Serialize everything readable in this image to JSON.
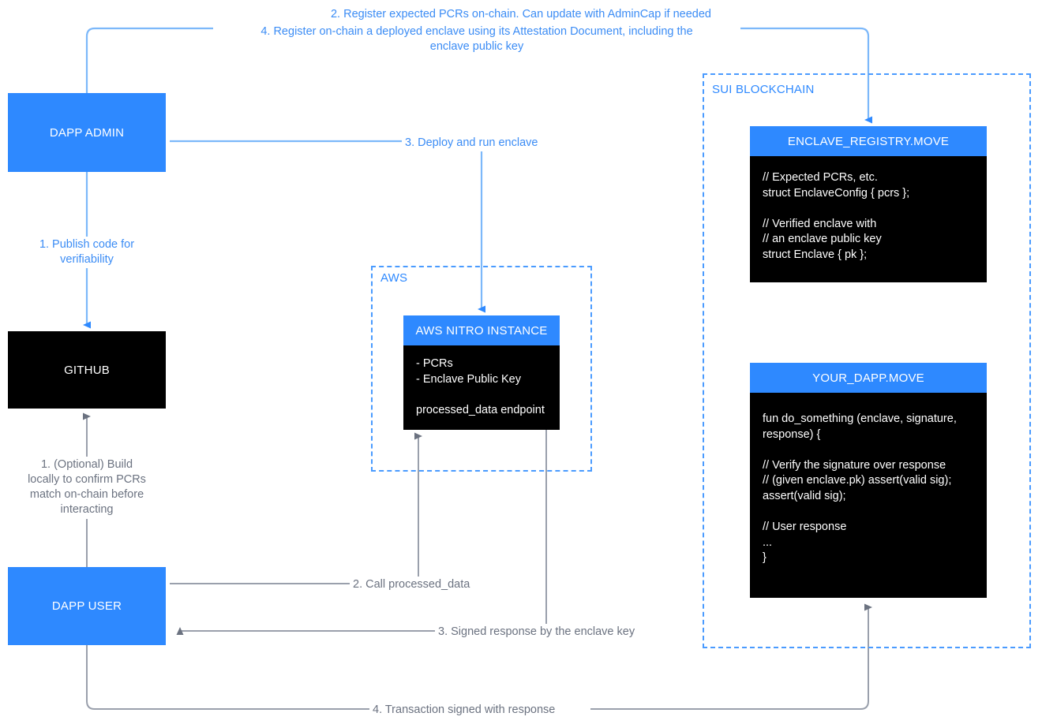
{
  "diagram": {
    "title": "Sui Nitro Enclave attestation architecture",
    "colors": {
      "accent_blue": "#2E89FF",
      "edge_blue": "#7CB8FA",
      "edge_gray": "#9AA0AC",
      "label_blue": "#3B8CF5",
      "label_gray": "#6B7280",
      "node_black": "#000000",
      "group_dash": "#4A9BFF"
    }
  },
  "nodes": {
    "dapp_admin": {
      "label": "DAPP ADMIN"
    },
    "github": {
      "label": "GITHUB"
    },
    "dapp_user": {
      "label": "DAPP USER"
    },
    "aws_nitro": {
      "title": "AWS NITRO INSTANCE",
      "body": "- PCRs\n- Enclave Public Key\n\nprocessed_data endpoint"
    },
    "enclave_registry": {
      "title": "ENCLAVE_REGISTRY.MOVE",
      "body": "// Expected PCRs, etc.\nstruct EnclaveConfig { pcrs };\n\n// Verified enclave with\n// an enclave public key\nstruct Enclave { pk };"
    },
    "your_dapp": {
      "title": "YOUR_DAPP.MOVE",
      "body": "fun do_something (enclave, signature,\nresponse) {\n\n// Verify the signature over response\n// (given enclave.pk) assert(valid sig);\nassert(valid sig);\n\n// User response\n...\n}"
    }
  },
  "groups": {
    "aws": {
      "label": "AWS"
    },
    "sui": {
      "label": "SUI BLOCKCHAIN"
    }
  },
  "edge_labels": {
    "register_pcrs": "2. Register expected PCRs on-chain. Can update with AdminCap if needed",
    "register_enclave": "4. Register on-chain a deployed enclave using its Attestation Document, including the\nenclave public key",
    "publish_code": "1. Publish code for\nverifiability",
    "deploy_run": "3. Deploy and run enclave",
    "build_locally": "1. (Optional) Build\nlocally to confirm PCRs\nmatch on-chain before\ninteracting",
    "call_processed_data": "2. Call processed_data",
    "signed_response": "3. Signed response by the enclave key",
    "transaction_signed": "4. Transaction signed with response"
  }
}
